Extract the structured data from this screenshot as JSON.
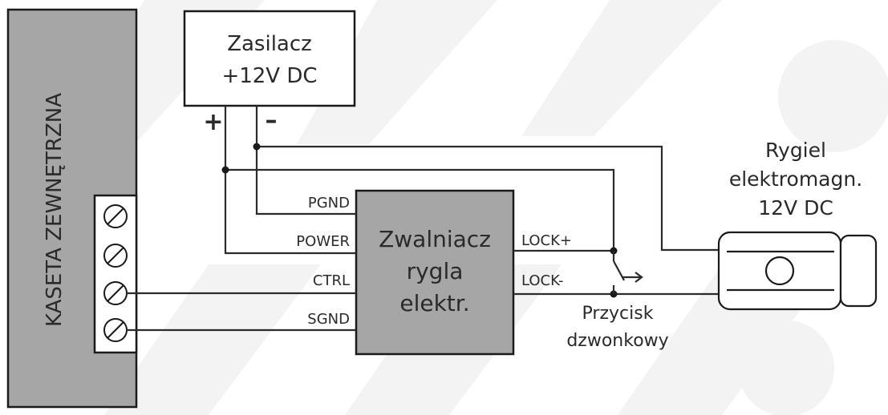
{
  "colors": {
    "line": "#2b2b2b",
    "box_fill_gray": "#a6a6a6",
    "box_fill_white": "#ffffff",
    "watermark": "#f1f1f1"
  },
  "cassette": {
    "label": "KASETA ZEWNĘTRZNA",
    "terminal_icon": "screw-terminal-icon"
  },
  "power_supply": {
    "line1": "Zasilacz",
    "line2": "+12V DC",
    "plus": "+",
    "minus": "–"
  },
  "release": {
    "line1": "Zwalniacz",
    "line2": "rygla",
    "line3": "elektr.",
    "terminals": [
      "PGND",
      "POWER",
      "CTRL",
      "SGND"
    ],
    "outputs": [
      "LOCK+",
      "LOCK-"
    ]
  },
  "bolt": {
    "line1": "Rygiel",
    "line2": "elektromagn.",
    "line3": "12V DC",
    "icon": "electromagnetic-bolt-icon"
  },
  "button": {
    "line1": "Przycisk",
    "line2": "dzwonkowy",
    "icon": "pushbutton-switch-icon"
  }
}
